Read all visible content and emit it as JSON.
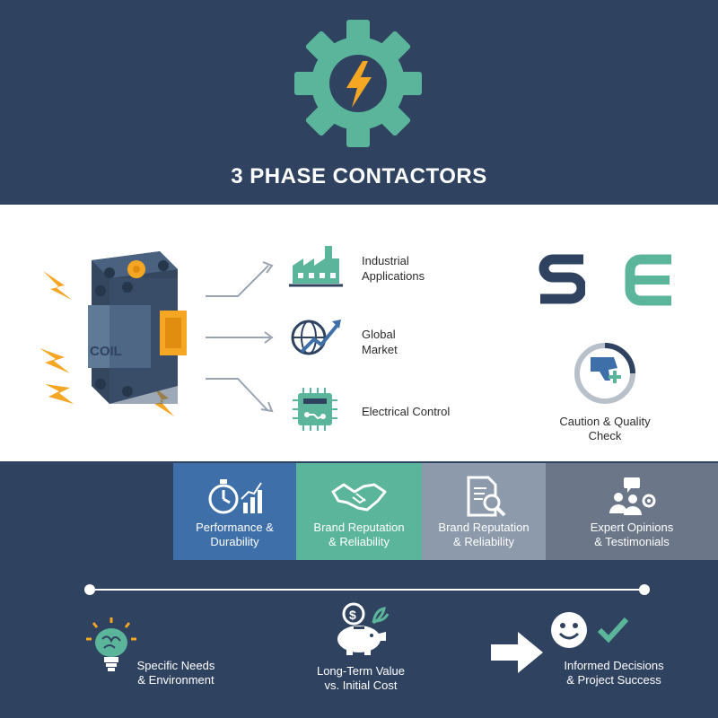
{
  "header": {
    "title": "3 PHASE CONTACTORS",
    "gear_color": "#5bb59a",
    "bolt_color": "#f5a623"
  },
  "contactor": {
    "coil_label": "COIL"
  },
  "features": [
    {
      "label_line1": "Industrial",
      "label_line2": "Applications",
      "icon": "factory-icon"
    },
    {
      "label_line1": "Global",
      "label_line2": "Market",
      "icon": "globe-chart-icon"
    },
    {
      "label_line1": "Electrical Control",
      "label_line2": "",
      "icon": "circuit-chip-icon"
    }
  ],
  "logo": {
    "letter1": "S",
    "letter2": "E",
    "color1": "#2f4360",
    "color2": "#5bb59a"
  },
  "caution": {
    "label_line1": "Caution & Quality",
    "label_line2": "Check",
    "icon": "thumbs-down-icon"
  },
  "tiles": [
    {
      "label_line1": "Performance &",
      "label_line2": "Durability",
      "color": "#3f6fa8",
      "icon": "stopwatch-chart-icon"
    },
    {
      "label_line1": "Brand Reputation",
      "label_line2": "& Reliability",
      "color": "#5bb59a",
      "icon": "handshake-icon"
    },
    {
      "label_line1": "Brand Reputation",
      "label_line2": "& Reliability",
      "color": "#8c9aac",
      "icon": "document-search-icon"
    },
    {
      "label_line1": "Expert Opinions",
      "label_line2": "& Testimonials",
      "color": "#6b7688",
      "icon": "people-chat-icon"
    }
  ],
  "bottom": [
    {
      "label_line1": "Specific Needs",
      "label_line2": "& Environment",
      "icon": "brain-bulb-icon"
    },
    {
      "label_line1": "Long-Term Value",
      "label_line2": "vs. Initial Cost",
      "icon": "piggy-bank-icon"
    },
    {
      "label_line1": "Informed Decisions",
      "label_line2": "& Project Success",
      "icon": "smiley-check-icon"
    }
  ],
  "colors": {
    "navy": "#2f4360",
    "teal": "#5bb59a",
    "accent_orange": "#f5a623"
  }
}
